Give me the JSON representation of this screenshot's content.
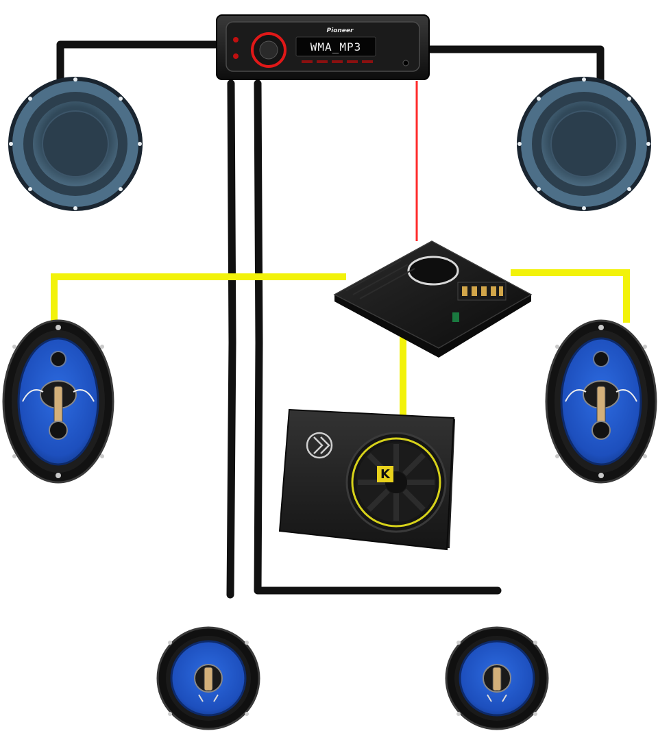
{
  "head_unit": {
    "brand": "Pioneer",
    "display_text": "WMA_MP3",
    "icon": "car-stereo-head-unit-icon"
  },
  "amplifier": {
    "icon": "car-amplifier-icon"
  },
  "subwoofer_box": {
    "icon": "subwoofer-enclosure-icon",
    "cone_logo": "K",
    "accent_color": "#d7d21a"
  },
  "speakers": [
    {
      "id": "front-left-woofer",
      "icon": "round-woofer-icon"
    },
    {
      "id": "front-right-woofer",
      "icon": "round-woofer-icon"
    },
    {
      "id": "left-oval-speaker",
      "icon": "oval-coaxial-speaker-icon"
    },
    {
      "id": "right-oval-speaker",
      "icon": "oval-coaxial-speaker-icon"
    },
    {
      "id": "rear-left-speaker",
      "icon": "round-coaxial-speaker-icon"
    },
    {
      "id": "rear-right-speaker",
      "icon": "round-coaxial-speaker-icon"
    }
  ],
  "colors": {
    "speaker_wire": "#111111",
    "amp_output_wire": "#f2f20a",
    "power_wire": "#ff2a2a",
    "speaker_blue": "#1f54c9",
    "woofer_gray_blue": "#3b4f5f"
  }
}
